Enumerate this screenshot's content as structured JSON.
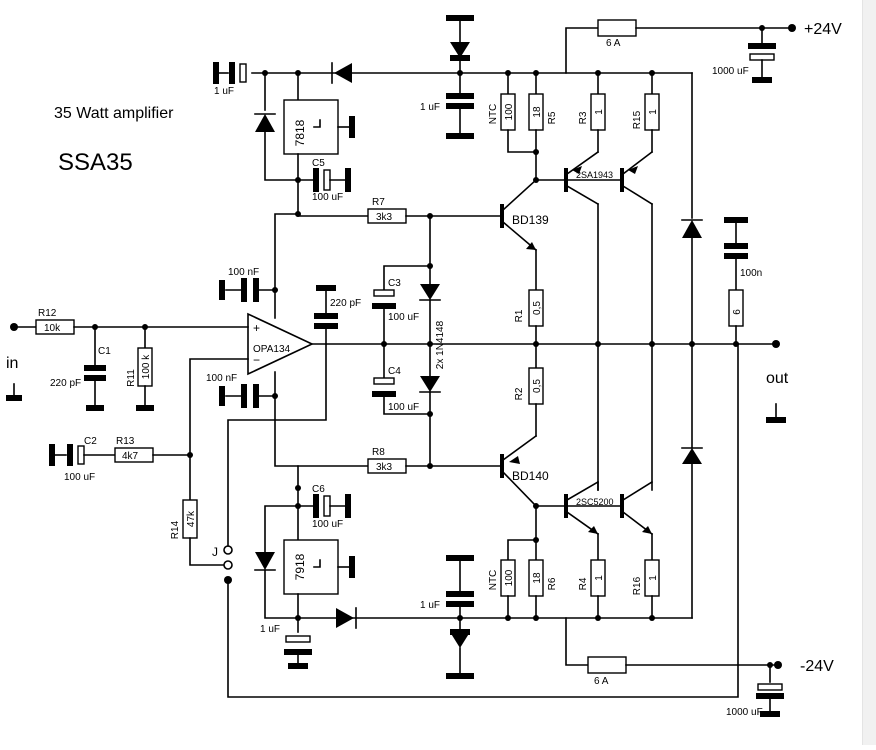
{
  "title": "35 Watt amplifier",
  "model": "SSA35",
  "rails": {
    "positive": "+24V",
    "negative": "-24V"
  },
  "terminals": {
    "input": "in",
    "output": "out",
    "jumper": "J"
  },
  "opamp": {
    "name": "OPA134",
    "plus": "+",
    "minus": "−"
  },
  "regulators": {
    "positive": "7818",
    "negative": "7918"
  },
  "transistors": {
    "driver_top": "BD139",
    "driver_bottom": "BD140",
    "output_top": "2SA1943",
    "output_bottom": "2SC5200"
  },
  "diodes": {
    "bias": "2x 1N4148"
  },
  "fuses": {
    "top": "6 A",
    "bottom": "6 A"
  },
  "resistors": {
    "R12": {
      "name": "R12",
      "value": "10k"
    },
    "R11": {
      "name": "R11",
      "value": "100 k"
    },
    "R13": {
      "name": "R13",
      "value": "4k7"
    },
    "R14": {
      "name": "R14",
      "value": "47k"
    },
    "R7": {
      "name": "R7",
      "value": "3k3"
    },
    "R8": {
      "name": "R8",
      "value": "3k3"
    },
    "R1": {
      "name": "R1",
      "value": "0,5"
    },
    "R2": {
      "name": "R2",
      "value": "0,5"
    },
    "R3": {
      "name": "R3",
      "value": "1"
    },
    "R15": {
      "name": "R15",
      "value": "1"
    },
    "R4": {
      "name": "R4",
      "value": "1"
    },
    "R16": {
      "name": "R16",
      "value": "1"
    },
    "R5": {
      "name": "R5",
      "value": "18"
    },
    "R6": {
      "name": "R6",
      "value": "18"
    },
    "NTC_top": {
      "name": "NTC",
      "value": "100"
    },
    "NTC_bottom": {
      "name": "NTC",
      "value": "100"
    },
    "zobel": {
      "value": "6"
    }
  },
  "capacitors": {
    "C1": {
      "name": "C1",
      "value": "220 pF"
    },
    "C2": {
      "name": "C2",
      "value": "100 uF"
    },
    "C3": {
      "name": "C3",
      "value": "100 uF"
    },
    "C4": {
      "name": "C4",
      "value": "100 uF"
    },
    "C5": {
      "name": "C5",
      "value": "100 uF"
    },
    "C6": {
      "name": "C6",
      "value": "100 uF"
    },
    "comp": {
      "value": "220 pF"
    },
    "dec_top": {
      "value": "100 nF"
    },
    "dec_bottom": {
      "value": "100 nF"
    },
    "in_top": {
      "value": "1 uF"
    },
    "in_bottom": {
      "value": "1 uF"
    },
    "rail_top_small": {
      "value": "1 uF"
    },
    "rail_bottom_small": {
      "value": "1 uF"
    },
    "bulk_top": {
      "value": "1000 uF"
    },
    "bulk_bottom": {
      "value": "1000 uF"
    },
    "zobel": {
      "value": "100n"
    }
  }
}
